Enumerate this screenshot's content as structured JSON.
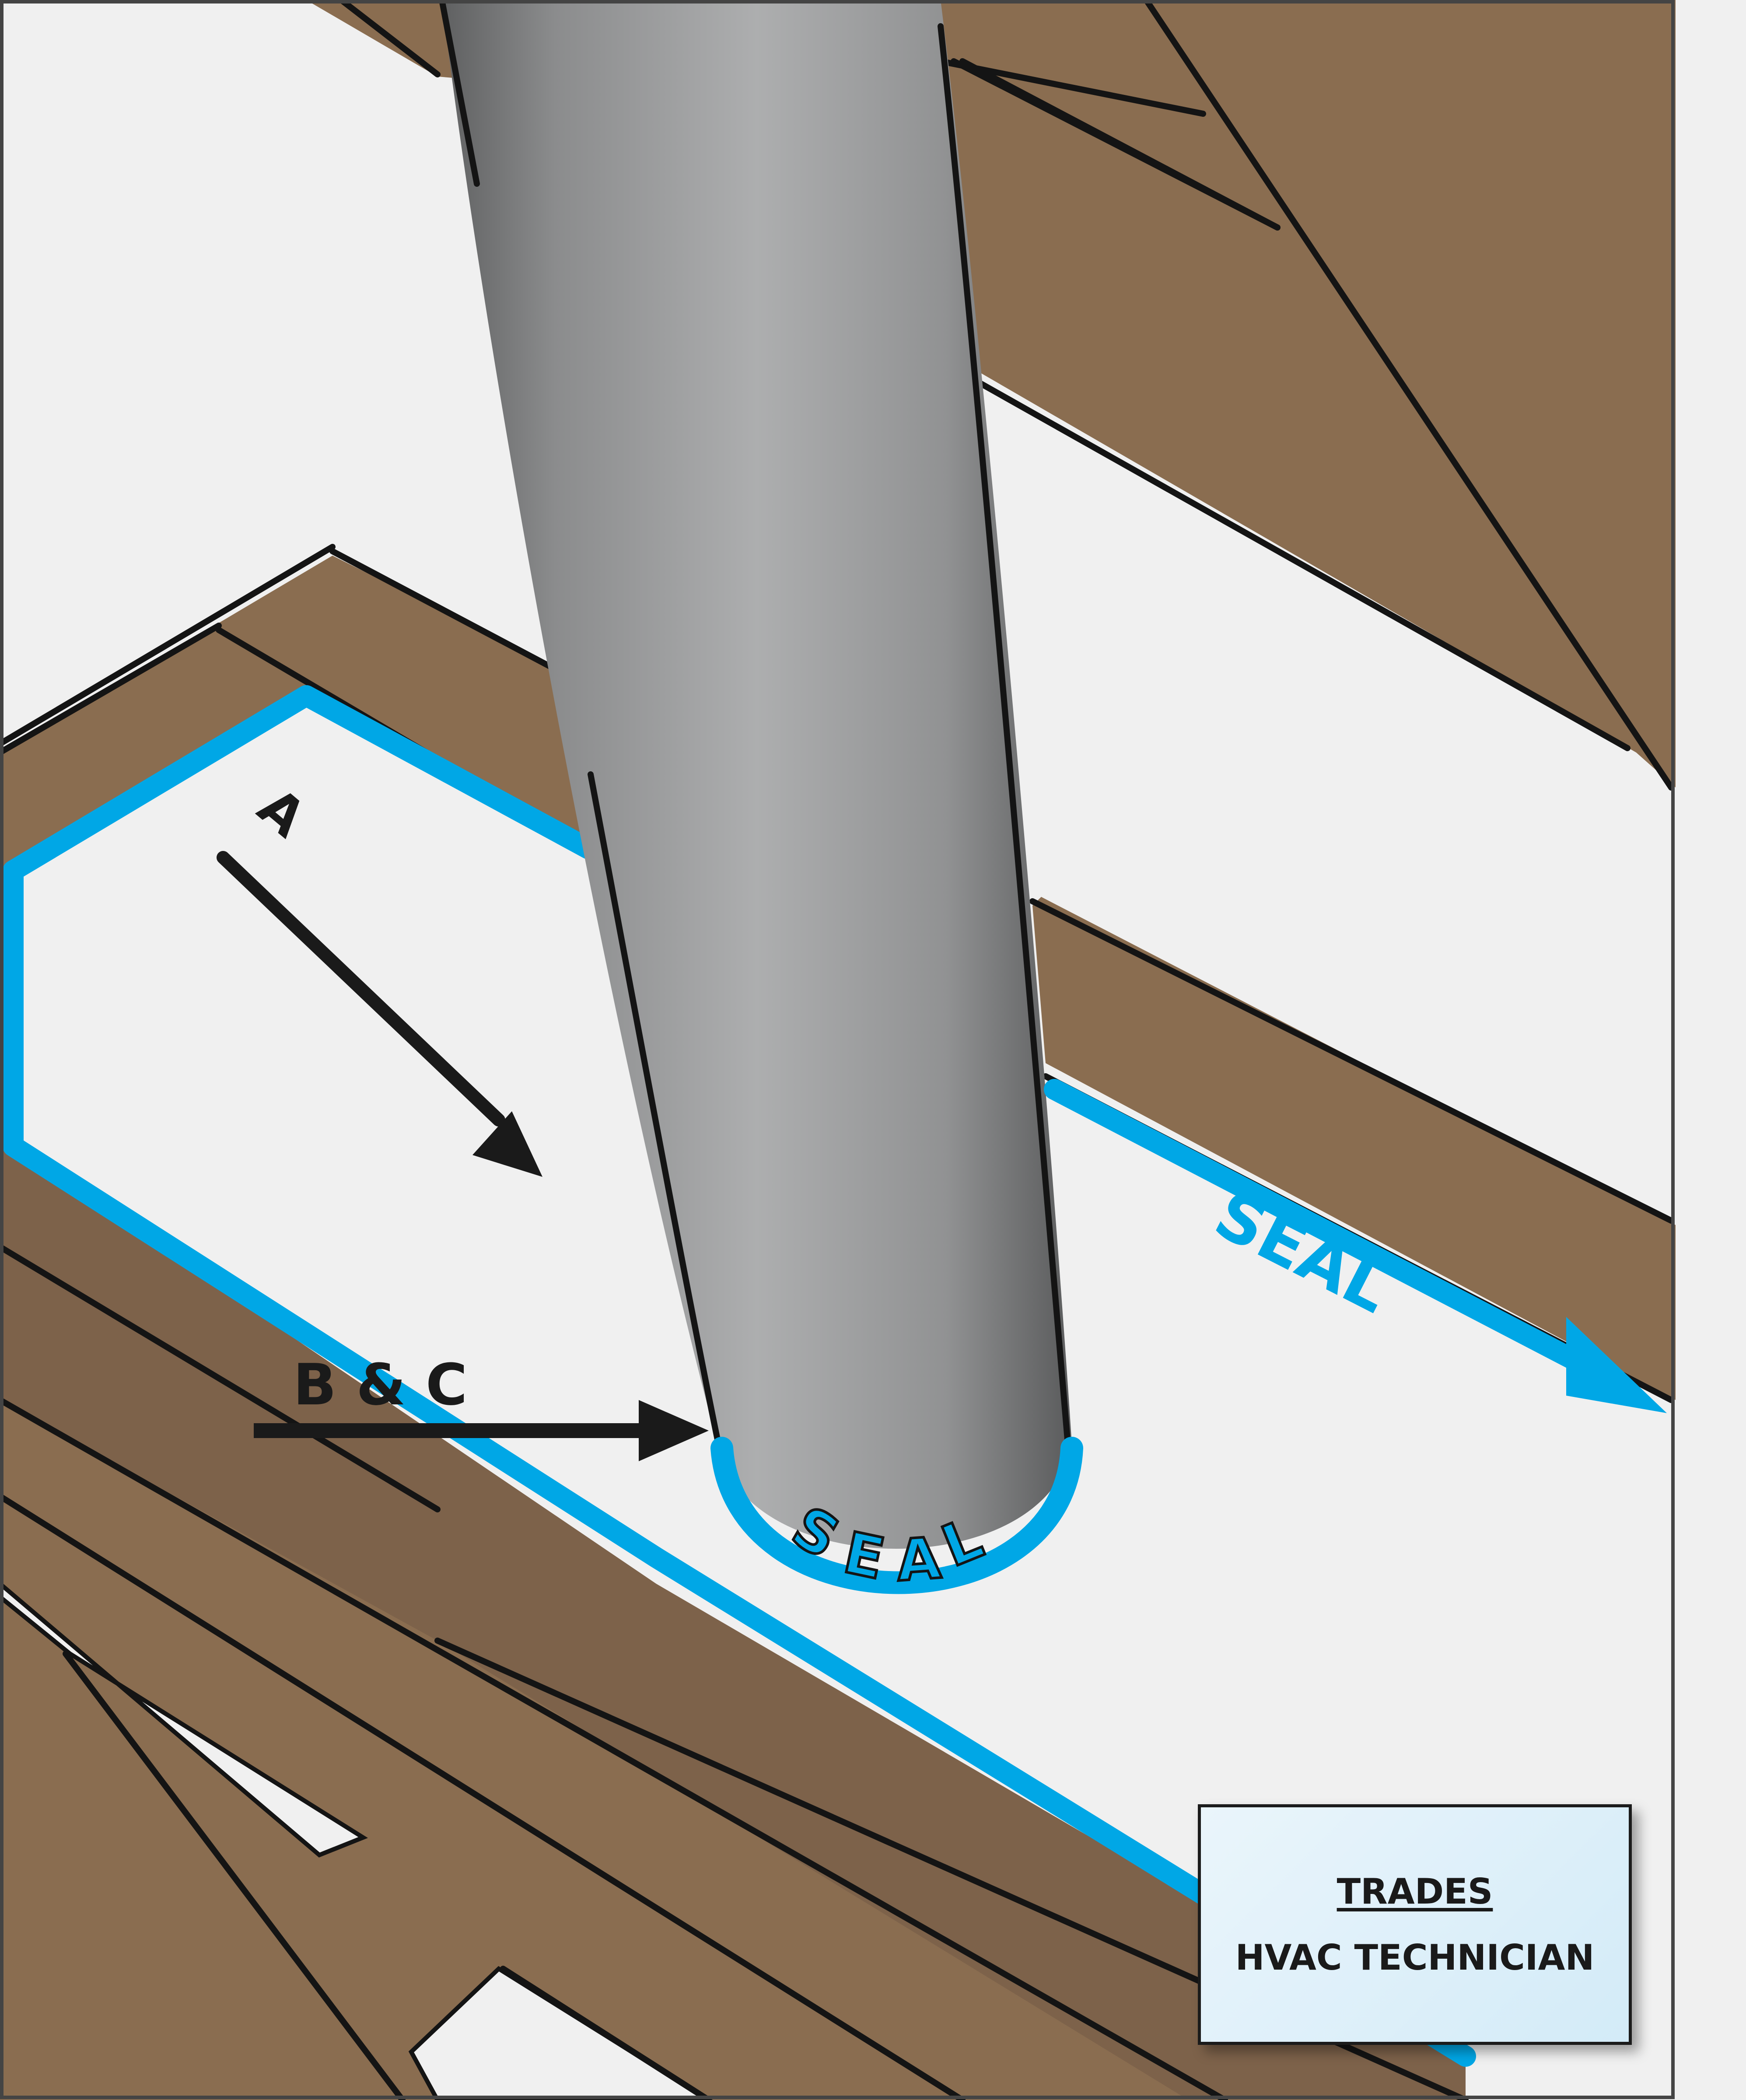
{
  "labels": {
    "arrow_a": "A",
    "arrow_bc": "B & C",
    "seal_right": "SEAL",
    "seal_pipe": [
      "S",
      "E",
      "A",
      "L"
    ]
  },
  "trades_box": {
    "title": "TRADES",
    "subtitle": "HVAC TECHNICIAN"
  },
  "colors": {
    "seal_blue": "#00a7e6",
    "wood": "#8a6d50",
    "wood_dark": "#7d624a",
    "drywall": "#f0f0f0",
    "pipe": "#a6a7a8",
    "outline": "#141414"
  }
}
